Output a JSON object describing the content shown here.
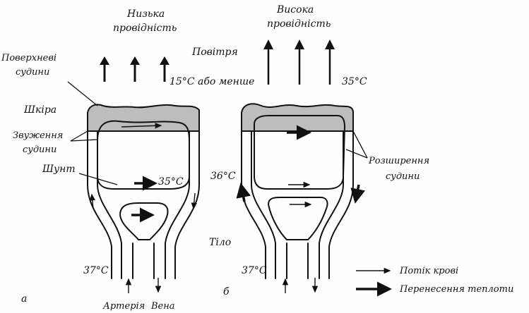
{
  "panel_a": {
    "title_line1": "Низька",
    "title_line2": "провідність",
    "label_surface_vessels_1": "Поверхневі",
    "label_surface_vessels_2": "судини",
    "label_skin": "Шкіра",
    "label_constriction_1": "Звуження",
    "label_constriction_2": "судини",
    "label_shunt": "Шунт",
    "temp_outside": "15°C або менше",
    "temp_inside": "35°C",
    "temp_core": "37°C",
    "label_artery": "Артерія",
    "label_vein": "Вена",
    "panel_letter": "а"
  },
  "panel_b": {
    "title_line1": "Висока",
    "title_line2": "провідність",
    "label_air": "Повітря",
    "temp_outside": "35°C",
    "temp_side": "36°C",
    "label_dilation_1": "Розширення",
    "label_dilation_2": "судини",
    "label_body": "Тіло",
    "temp_core": "37°C",
    "panel_letter": "б"
  },
  "legend": {
    "blood_flow": "Потік крові",
    "heat_transfer": "Перенесення теплоти"
  },
  "colors": {
    "ink": "#111111",
    "skin": "#bdbdbd"
  }
}
